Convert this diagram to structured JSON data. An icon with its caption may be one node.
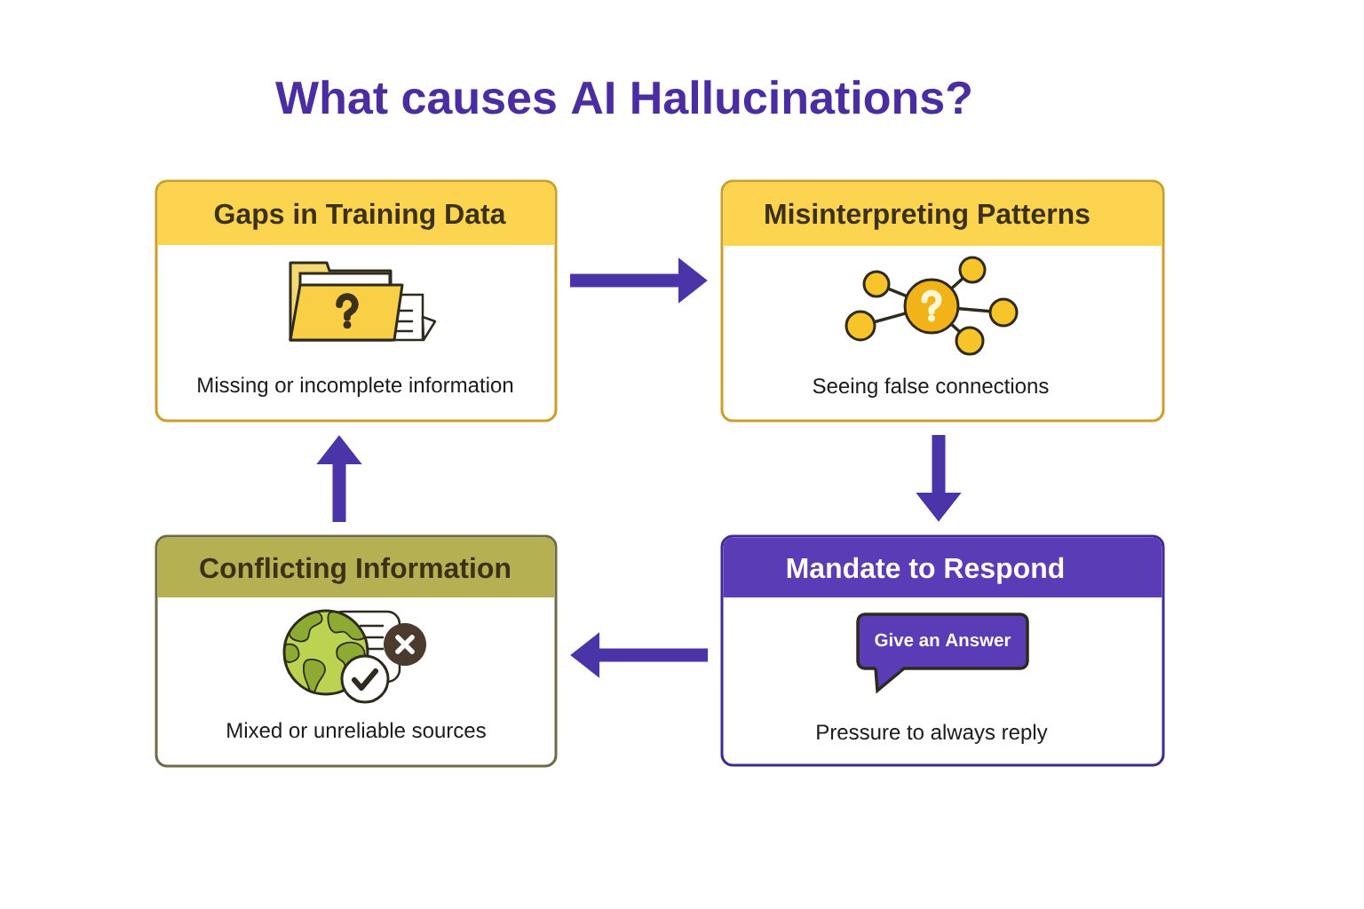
{
  "diagram": {
    "title": "What causes AI Hallucinations?",
    "nodes": [
      {
        "text": [
          "Gaps in Training Data",
          "Missing or incomplete information"
        ]
      },
      {
        "text": [
          "Misinterpreting Patterns",
          "Seeing false connections"
        ]
      },
      {
        "text": [
          "Conflicting Information",
          "Mixed or unreliable sources"
        ]
      },
      {
        "text": [
          "Mandate to Respond",
          "Pressure to always reply"
        ]
      },
      {
        "text": [
          "Give an Answer"
        ],
        "in": 3
      }
    ],
    "edges": [
      {
        "from": 0,
        "to": 1,
        "arrow": "to"
      },
      {
        "from": 1,
        "to": 3,
        "arrow": "to"
      },
      {
        "from": 3,
        "to": 2,
        "arrow": "to"
      },
      {
        "from": 2,
        "to": 0,
        "arrow": "to"
      }
    ]
  }
}
